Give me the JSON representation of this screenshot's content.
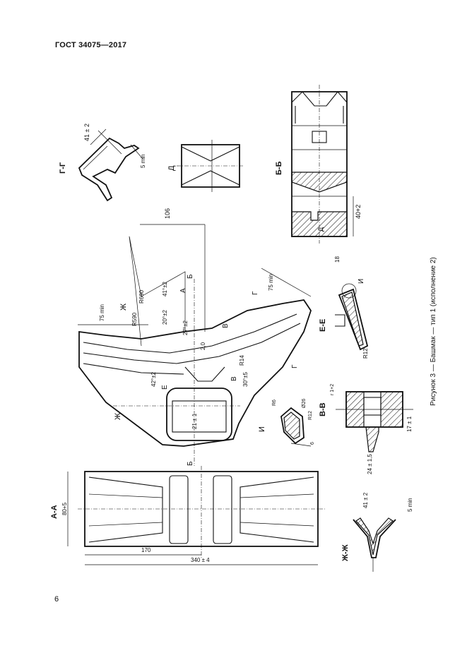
{
  "document": {
    "header": "ГОСТ 34075—2017",
    "page_number": "6",
    "caption": "Рисунок 3 — Башмак — тип 1 (исполнение 2)"
  },
  "section_labels": {
    "g_g": "Г-Г",
    "d": "Д",
    "b_b": "Б-Б",
    "a_a": "А-А",
    "zh_zh": "Ж-Ж",
    "i": "И",
    "v_v": "В-В",
    "e_e": "Е-Е",
    "zh": "Ж",
    "b": "Б",
    "a": "А",
    "v": "В",
    "e": "Е",
    "g": "Г",
    "d_arrow": "Д"
  },
  "dimensions": {
    "d_41": "41 ± 2",
    "d_5min_a": "5 min",
    "d_40": "40+2",
    "d_80": "80+5",
    "d_170": "170",
    "d_340": "340 ± 4",
    "d_41b": "41 ± 2",
    "d_5min_b": "5 min",
    "d_24": "24 ± 1,5",
    "d_17": "17 ± 1",
    "d_r1": "r 1+2",
    "d_106": "106",
    "d_75min_a": "75 min",
    "d_75min_b": "75 min",
    "d_r690": "R690",
    "d_r590": "R590",
    "d_41deg": "41°±2",
    "d_20deg": "20°±2",
    "d_27deg": "27°±2",
    "d_42deg": "42°±2",
    "d_30deg": "30°±5",
    "d_r14": "R14",
    "d_r12a": "R12",
    "d_r12b": "R12",
    "d_r6": "R6",
    "d_26": "Ø26",
    "d_6": "6",
    "d_18": "18",
    "d_21": "21 ± 1",
    "d_2": "2,0"
  },
  "colors": {
    "ink": "#111111",
    "paper": "#ffffff"
  }
}
